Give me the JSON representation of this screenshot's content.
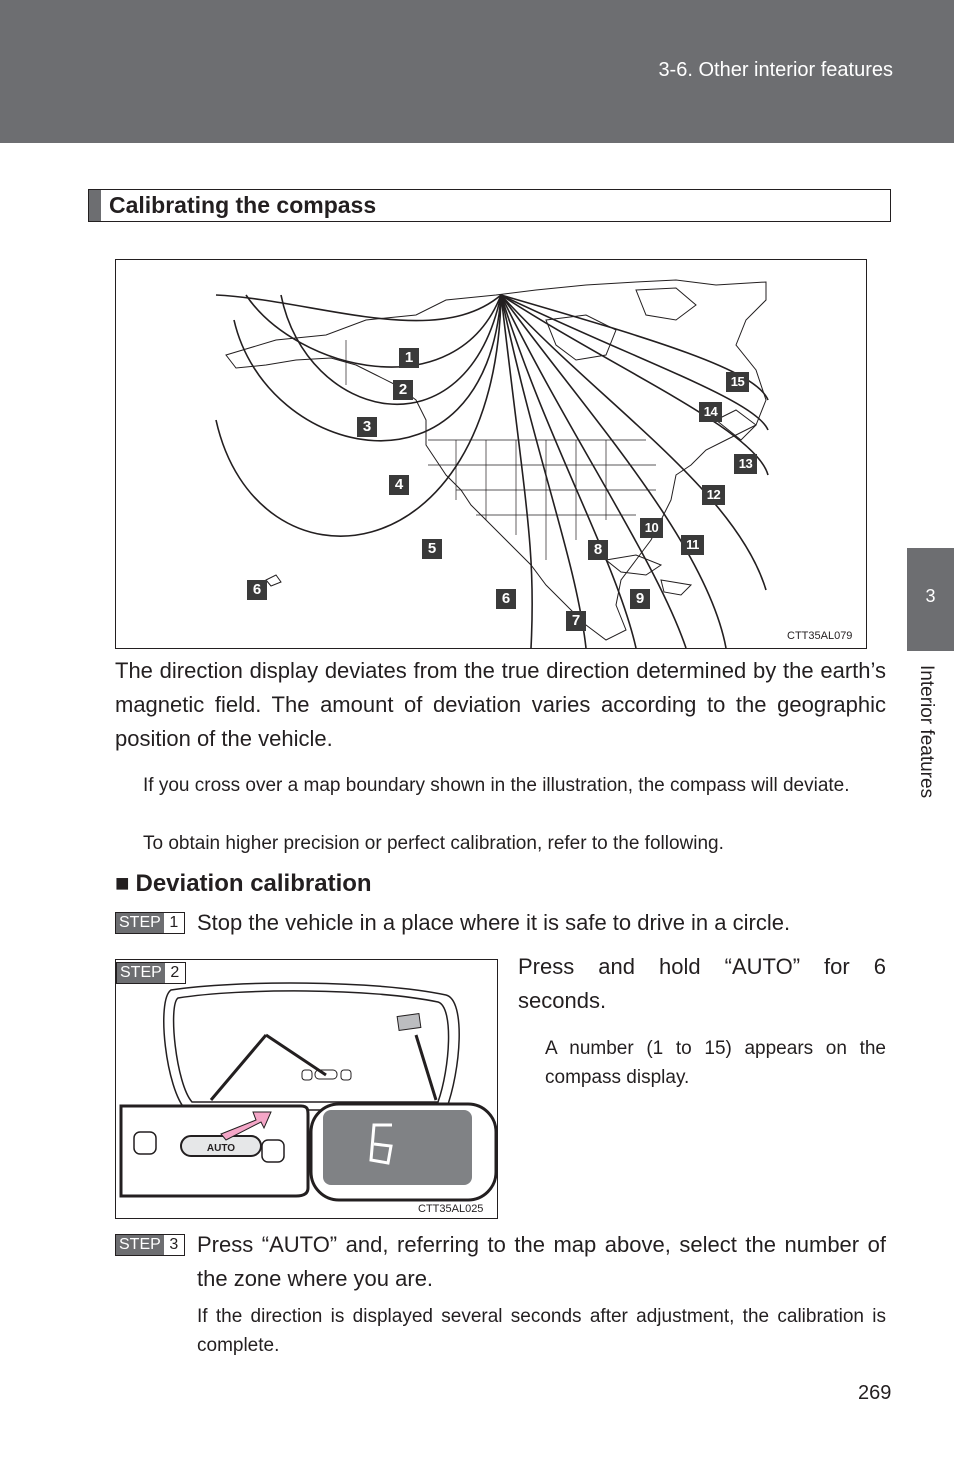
{
  "header": {
    "section": "3-6. Other interior features"
  },
  "side_tab": {
    "chapter_number": "3",
    "chapter_label": "Interior features"
  },
  "section_title": "Calibrating the compass",
  "map_figure": {
    "code": "CTT35AL079",
    "zones": [
      "1",
      "2",
      "3",
      "4",
      "5",
      "6",
      "6",
      "7",
      "8",
      "9",
      "10",
      "11",
      "12",
      "13",
      "14",
      "15"
    ]
  },
  "intro_paragraph": "The direction display deviates from the true direction determined by the earth’s magnetic field. The amount of deviation varies according to the geographic position of the vehicle.",
  "intro_note_1": "If you cross over a map boundary shown in the illustration, the compass will deviate.",
  "intro_note_2": "To obtain higher precision or perfect calibration, refer to the following.",
  "subsection": {
    "marker": "■",
    "title": "Deviation calibration"
  },
  "steps": [
    {
      "label": "STEP",
      "number": "1",
      "text": "Stop the vehicle in a place where it is safe to drive in a circle."
    },
    {
      "label": "STEP",
      "number": "2",
      "text": "Press and hold “AUTO” for 6 seconds.",
      "note": "A number (1 to 15) appears on the compass display."
    },
    {
      "label": "STEP",
      "number": "3",
      "text": "Press “AUTO” and, referring to the map above, select the number of the zone where you are.",
      "note": "If the direction is displayed several seconds after adjustment, the calibration is complete."
    }
  ],
  "mirror_figure": {
    "code": "CTT35AL025",
    "button_label": "AUTO",
    "display_digit": "6"
  },
  "page_number": "269"
}
